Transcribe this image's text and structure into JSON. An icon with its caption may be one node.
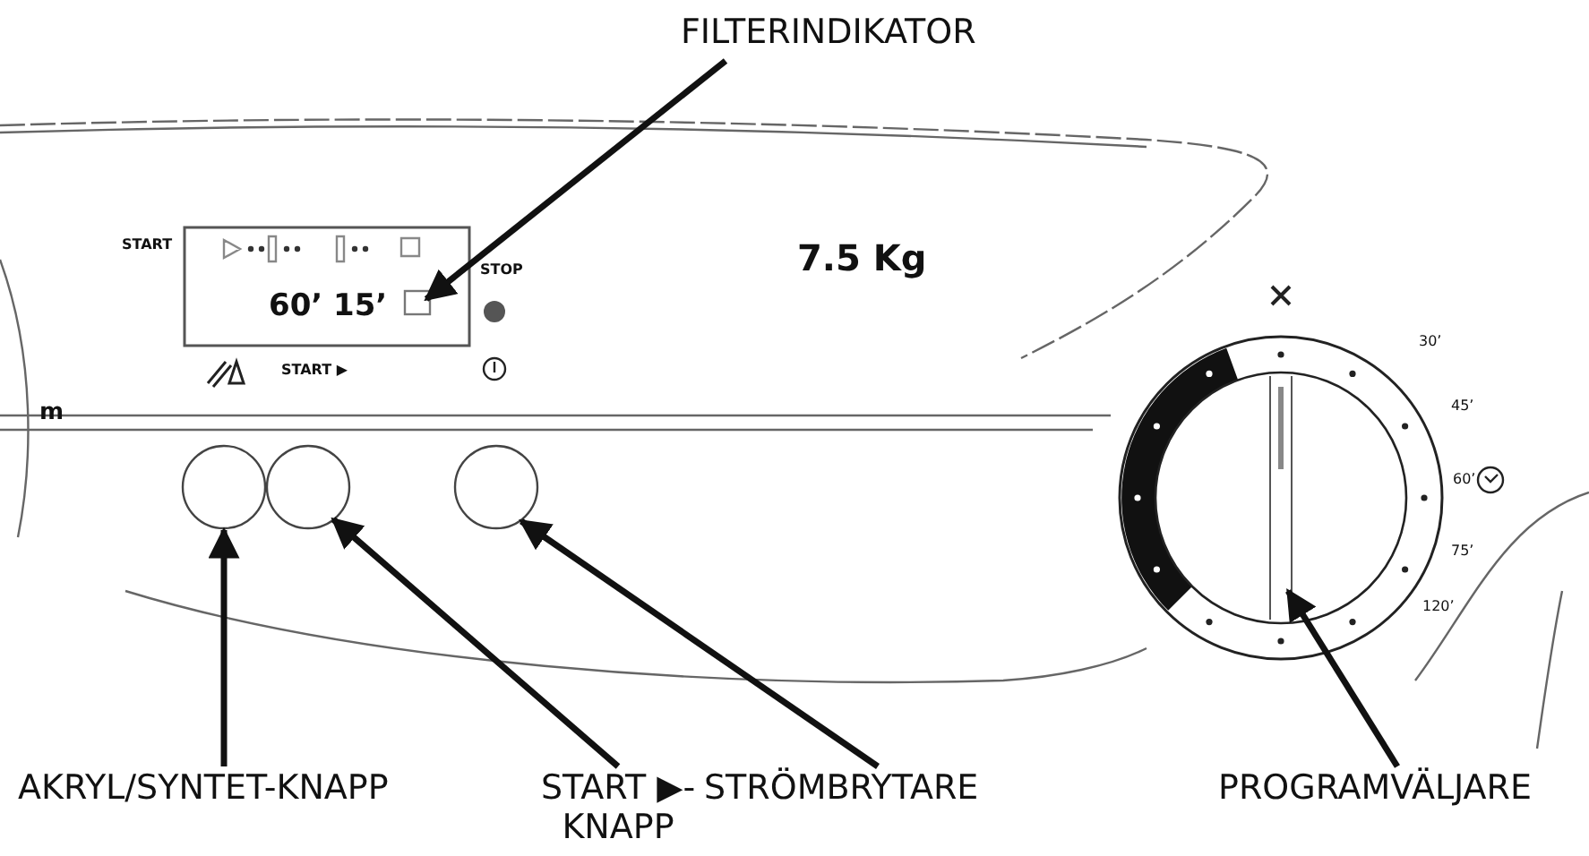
{
  "diagram": {
    "nodes": [
      {
        "text": [
          "FILTERINDIKATOR"
        ]
      },
      {
        "text": [],
        "shape": "box"
      },
      {
        "text": [
          "AKRYL/SYNTET-KNAPP"
        ]
      },
      {
        "text": [],
        "shape": "circle"
      },
      {
        "text": [
          "START ▶- KNAPP"
        ]
      },
      {
        "text": [],
        "shape": "circle"
      },
      {
        "text": [
          "STRÖMBRYTARE"
        ]
      },
      {
        "text": [],
        "shape": "circle"
      },
      {
        "text": [
          "PROGRAMVÄLJARE"
        ]
      },
      {
        "text": [],
        "shape": "circle",
        "beside": [
          "30’",
          "45’",
          "60’",
          "75’",
          "120’"
        ]
      }
    ],
    "edges": [
      {
        "from": 0,
        "to": 1,
        "arrow": "to"
      },
      {
        "from": 2,
        "to": 3,
        "arrow": "to"
      },
      {
        "from": 4,
        "to": 5,
        "arrow": "to"
      },
      {
        "from": 6,
        "to": 7,
        "arrow": "to"
      },
      {
        "from": 8,
        "to": 9,
        "arrow": "to"
      }
    ],
    "labels": [
      "START",
      "STOP",
      "7.5 Kg",
      "60’",
      "15’",
      "m",
      "START ▶"
    ]
  }
}
